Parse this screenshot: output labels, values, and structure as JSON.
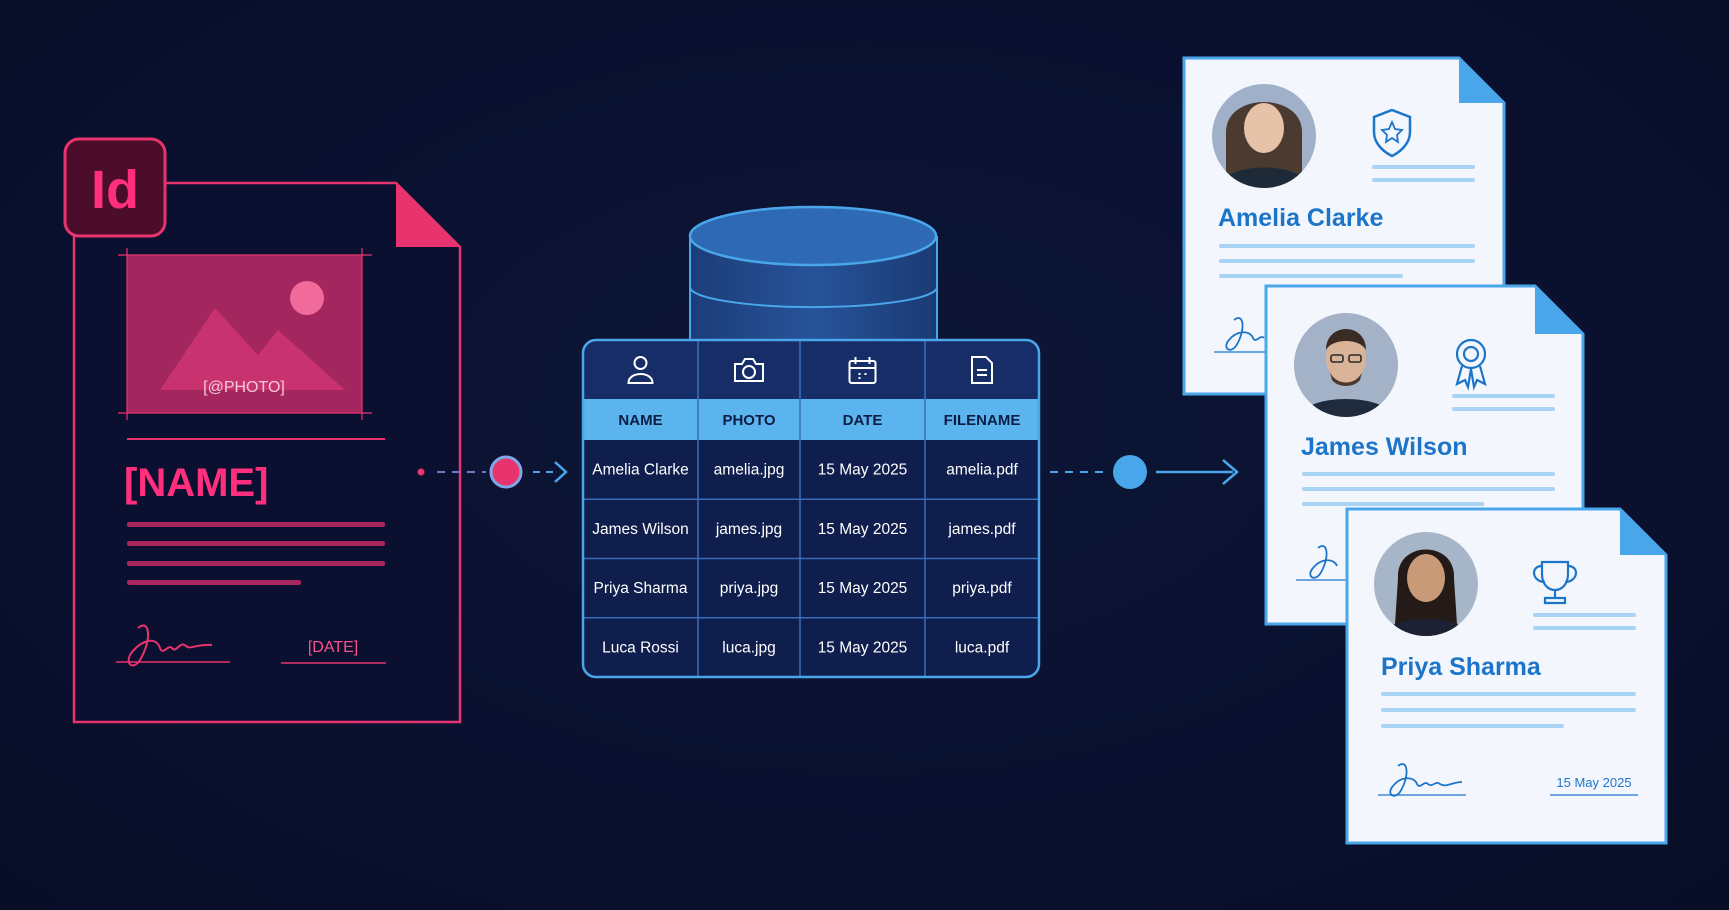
{
  "template": {
    "app_badge": "Id",
    "photo_placeholder": "[@PHOTO]",
    "name_placeholder": "[NAME]",
    "date_placeholder": "[DATE]",
    "accent_color": "#e8336e"
  },
  "data_table": {
    "columns": [
      {
        "label": "NAME",
        "icon": "user-icon"
      },
      {
        "label": "PHOTO",
        "icon": "camera-icon"
      },
      {
        "label": "DATE",
        "icon": "calendar-icon"
      },
      {
        "label": "FILENAME",
        "icon": "file-icon"
      }
    ],
    "rows": [
      [
        "Amelia Clarke",
        "amelia.jpg",
        "15 May 2025",
        "amelia.pdf"
      ],
      [
        "James Wilson",
        "james.jpg",
        "15 May 2025",
        "james.pdf"
      ],
      [
        "Priya Sharma",
        "priya.jpg",
        "15 May 2025",
        "priya.pdf"
      ],
      [
        "Luca Rossi",
        "luca.jpg",
        "15 May 2025",
        "luca.pdf"
      ]
    ],
    "header_color": "#5bb4ee"
  },
  "outputs": [
    {
      "name": "Amelia Clarke",
      "badge_icon": "shield-star-icon",
      "date": ""
    },
    {
      "name": "James Wilson",
      "badge_icon": "ribbon-award-icon",
      "date": ""
    },
    {
      "name": "Priya Sharma",
      "badge_icon": "trophy-icon",
      "date": "15 May 2025"
    }
  ],
  "colors": {
    "background": "#0a1130",
    "output_accent": "#1d75c9",
    "flow_blue": "#4aa6ea"
  }
}
